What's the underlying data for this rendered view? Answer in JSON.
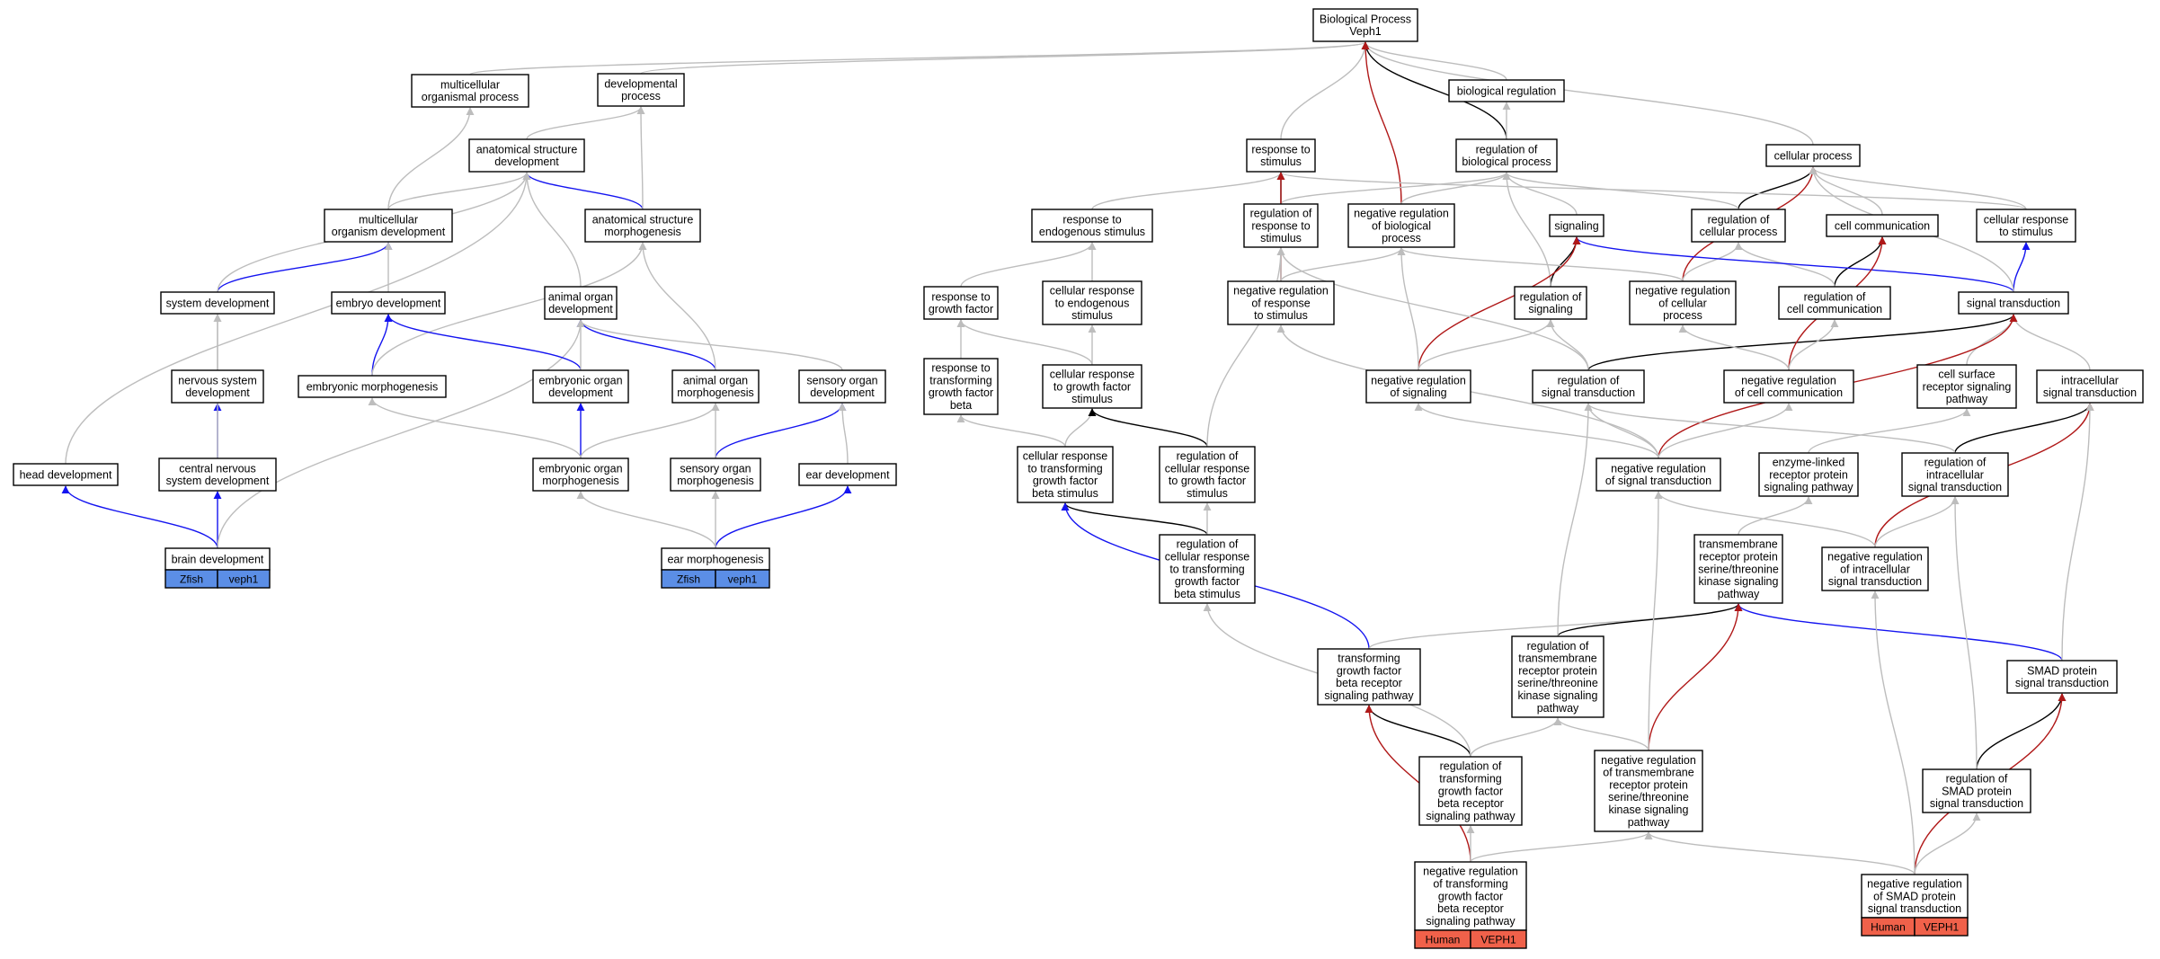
{
  "colors": {
    "is_a": "#bdbdbd",
    "part_of": "#000000",
    "positively_regulates": "#1414f0",
    "negatively_regulates": "#b01818",
    "zfish_tag": "#5b8ee6",
    "human_tag": "#f0614a"
  },
  "nodes": {
    "bp": "Biological Process\nVeph1",
    "multicellular_organismal_process": "multicellular\norganismal process",
    "developmental_process": "developmental\nprocess",
    "biological_regulation": "biological regulation",
    "anatomical_structure_development": "anatomical structure\ndevelopment",
    "response_to_stimulus": "response to\nstimulus",
    "regulation_of_biological_process": "regulation of\nbiological process",
    "cellular_process": "cellular process",
    "multicellular_organism_development": "multicellular\norganism development",
    "anatomical_structure_morphogenesis": "anatomical structure\nmorphogenesis",
    "response_to_endogenous_stimulus": "response to\nendogenous stimulus",
    "regulation_of_response_to_stimulus": "regulation of\nresponse to\nstimulus",
    "negative_regulation_of_biological_process": "negative regulation\nof biological\nprocess",
    "signaling": "signaling",
    "regulation_of_cellular_process": "regulation of\ncellular process",
    "cell_communication": "cell communication",
    "cellular_response_to_stimulus": "cellular response\nto stimulus",
    "system_development": "system development",
    "embryo_development": "embryo development",
    "animal_organ_development": "animal organ\ndevelopment",
    "response_to_growth_factor": "response to\ngrowth factor",
    "cellular_response_to_endogenous_stimulus": "cellular response\nto endogenous\nstimulus",
    "negative_regulation_of_response_to_stimulus": "negative regulation\nof response\nto stimulus",
    "regulation_of_signaling": "regulation of\nsignaling",
    "negative_regulation_of_cellular_process": "negative regulation\nof cellular\nprocess",
    "regulation_of_cell_communication": "regulation of\ncell communication",
    "signal_transduction": "signal transduction",
    "nervous_system_development": "nervous system\ndevelopment",
    "embryonic_morphogenesis": "embryonic morphogenesis",
    "embryonic_organ_development": "embryonic organ\ndevelopment",
    "animal_organ_morphogenesis": "animal organ\nmorphogenesis",
    "sensory_organ_development": "sensory organ\ndevelopment",
    "response_to_tgfb": "response to\ntransforming\ngrowth factor\nbeta",
    "cellular_response_to_growth_factor_stimulus": "cellular response\nto growth factor\nstimulus",
    "negative_regulation_of_signaling": "negative regulation\nof signaling",
    "regulation_of_signal_transduction": "regulation of\nsignal transduction",
    "negative_regulation_of_cell_communication": "negative regulation\nof cell communication",
    "cell_surface_receptor_signaling_pathway": "cell surface\nreceptor signaling\npathway",
    "intracellular_signal_transduction": "intracellular\nsignal transduction",
    "head_development": "head development",
    "central_nervous_system_development": "central nervous\nsystem development",
    "embryonic_organ_morphogenesis": "embryonic organ\nmorphogenesis",
    "sensory_organ_morphogenesis": "sensory organ\nmorphogenesis",
    "ear_development": "ear development",
    "cellular_response_to_tgfb_stimulus": "cellular response\nto transforming\ngrowth factor\nbeta stimulus",
    "regulation_of_cellular_response_to_growth_factor_stimulus": "regulation of\ncellular response\nto growth factor\nstimulus",
    "negative_regulation_of_signal_transduction": "negative regulation\nof signal transduction",
    "enzyme_linked_receptor_protein_signaling_pathway": "enzyme-linked\nreceptor protein\nsignaling pathway",
    "regulation_of_intracellular_signal_transduction": "regulation of\nintracellular\nsignal transduction",
    "brain_development": "brain development",
    "ear_morphogenesis": "ear morphogenesis",
    "regulation_of_cellular_response_to_tgfb_stimulus": "regulation of\ncellular response\nto transforming\ngrowth factor\nbeta stimulus",
    "transmembrane_receptor_protein_ser_thr_kinase_signaling_pathway": "transmembrane\nreceptor protein\nserine/threonine\nkinase signaling\npathway",
    "negative_regulation_of_intracellular_signal_transduction": "negative regulation\nof intracellular\nsignal transduction",
    "tgfb_receptor_signaling_pathway": "transforming\ngrowth factor\nbeta receptor\nsignaling pathway",
    "regulation_of_transmembrane_receptor_protein_ser_thr_kinase_signaling_pathway": "regulation of\ntransmembrane\nreceptor protein\nserine/threonine\nkinase signaling\npathway",
    "smad_protein_signal_transduction": "SMAD protein\nsignal transduction",
    "regulation_of_tgfb_receptor_signaling_pathway": "regulation of\ntransforming\ngrowth factor\nbeta receptor\nsignaling pathway",
    "negative_regulation_of_transmembrane_receptor_protein_ser_thr_kinase_signaling_pathway": "negative regulation\nof transmembrane\nreceptor protein\nserine/threonine\nkinase signaling\npathway",
    "regulation_of_smad_protein_signal_transduction": "regulation of\nSMAD protein\nsignal transduction",
    "negative_regulation_of_tgfb_receptor_signaling_pathway": "negative regulation\nof transforming\ngrowth factor\nbeta receptor\nsignaling pathway",
    "negative_regulation_of_smad_protein_signal_transduction": "negative regulation\nof SMAD protein\nsignal transduction"
  },
  "annotations": [
    {
      "node": "brain_development",
      "species": "Zfish",
      "gene": "veph1",
      "color_key": "zfish_tag"
    },
    {
      "node": "ear_morphogenesis",
      "species": "Zfish",
      "gene": "veph1",
      "color_key": "zfish_tag"
    },
    {
      "node": "negative_regulation_of_tgfb_receptor_signaling_pathway",
      "species": "Human",
      "gene": "VEPH1",
      "color_key": "human_tag"
    },
    {
      "node": "negative_regulation_of_smad_protein_signal_transduction",
      "species": "Human",
      "gene": "VEPH1",
      "color_key": "human_tag"
    }
  ],
  "edges": [
    [
      "multicellular_organismal_process",
      "bp",
      "is_a"
    ],
    [
      "developmental_process",
      "bp",
      "is_a"
    ],
    [
      "biological_regulation",
      "bp",
      "is_a"
    ],
    [
      "response_to_stimulus",
      "bp",
      "is_a"
    ],
    [
      "regulation_of_biological_process",
      "bp",
      "part_of"
    ],
    [
      "cellular_process",
      "bp",
      "is_a"
    ],
    [
      "negative_regulation_of_biological_process",
      "bp",
      "negatively_regulates"
    ],
    [
      "regulation_of_biological_process",
      "biological_regulation",
      "is_a"
    ],
    [
      "anatomical_structure_development",
      "developmental_process",
      "is_a"
    ],
    [
      "multicellular_organism_development",
      "multicellular_organismal_process",
      "is_a"
    ],
    [
      "multicellular_organism_development",
      "anatomical_structure_development",
      "is_a"
    ],
    [
      "anatomical_structure_morphogenesis",
      "anatomical_structure_development",
      "positively_regulates"
    ],
    [
      "anatomical_structure_morphogenesis",
      "developmental_process",
      "is_a"
    ],
    [
      "system_development",
      "multicellular_organism_development",
      "positively_regulates"
    ],
    [
      "system_development",
      "anatomical_structure_development",
      "is_a"
    ],
    [
      "embryo_development",
      "multicellular_organism_development",
      "is_a"
    ],
    [
      "animal_organ_development",
      "anatomical_structure_development",
      "is_a"
    ],
    [
      "nervous_system_development",
      "system_development",
      "is_a"
    ],
    [
      "central_nervous_system_development",
      "nervous_system_development",
      "positively_regulates"
    ],
    [
      "central_nervous_system_development",
      "system_development",
      "is_a"
    ],
    [
      "head_development",
      "anatomical_structure_development",
      "is_a"
    ],
    [
      "brain_development",
      "head_development",
      "positively_regulates"
    ],
    [
      "brain_development",
      "central_nervous_system_development",
      "positively_regulates"
    ],
    [
      "brain_development",
      "animal_organ_development",
      "is_a"
    ],
    [
      "embryonic_morphogenesis",
      "embryo_development",
      "positively_regulates"
    ],
    [
      "embryonic_morphogenesis",
      "anatomical_structure_morphogenesis",
      "is_a"
    ],
    [
      "embryonic_organ_development",
      "embryo_development",
      "positively_regulates"
    ],
    [
      "embryonic_organ_development",
      "animal_organ_development",
      "is_a"
    ],
    [
      "embryonic_organ_morphogenesis",
      "embryonic_organ_development",
      "positively_regulates"
    ],
    [
      "embryonic_organ_morphogenesis",
      "embryonic_morphogenesis",
      "is_a"
    ],
    [
      "embryonic_organ_morphogenesis",
      "animal_organ_morphogenesis",
      "is_a"
    ],
    [
      "animal_organ_morphogenesis",
      "animal_organ_development",
      "positively_regulates"
    ],
    [
      "animal_organ_morphogenesis",
      "anatomical_structure_morphogenesis",
      "is_a"
    ],
    [
      "sensory_organ_development",
      "animal_organ_development",
      "is_a"
    ],
    [
      "sensory_organ_morphogenesis",
      "sensory_organ_development",
      "positively_regulates"
    ],
    [
      "sensory_organ_morphogenesis",
      "animal_organ_morphogenesis",
      "is_a"
    ],
    [
      "ear_development",
      "sensory_organ_development",
      "is_a"
    ],
    [
      "ear_morphogenesis",
      "ear_development",
      "positively_regulates"
    ],
    [
      "ear_morphogenesis",
      "sensory_organ_morphogenesis",
      "is_a"
    ],
    [
      "ear_morphogenesis",
      "embryonic_organ_morphogenesis",
      "is_a"
    ],
    [
      "response_to_endogenous_stimulus",
      "response_to_stimulus",
      "is_a"
    ],
    [
      "regulation_of_response_to_stimulus",
      "response_to_stimulus",
      "part_of"
    ],
    [
      "regulation_of_response_to_stimulus",
      "regulation_of_biological_process",
      "is_a"
    ],
    [
      "negative_regulation_of_biological_process",
      "regulation_of_biological_process",
      "is_a"
    ],
    [
      "signaling",
      "regulation_of_biological_process",
      "is_a"
    ],
    [
      "regulation_of_cellular_process",
      "cellular_process",
      "part_of"
    ],
    [
      "regulation_of_cellular_process",
      "regulation_of_biological_process",
      "is_a"
    ],
    [
      "cell_communication",
      "cellular_process",
      "is_a"
    ],
    [
      "cellular_response_to_stimulus",
      "cellular_process",
      "is_a"
    ],
    [
      "cellular_response_to_stimulus",
      "response_to_stimulus",
      "is_a"
    ],
    [
      "response_to_growth_factor",
      "response_to_endogenous_stimulus",
      "is_a"
    ],
    [
      "cellular_response_to_endogenous_stimulus",
      "response_to_endogenous_stimulus",
      "is_a"
    ],
    [
      "negative_regulation_of_response_to_stimulus",
      "response_to_stimulus",
      "negatively_regulates"
    ],
    [
      "negative_regulation_of_response_to_stimulus",
      "regulation_of_response_to_stimulus",
      "is_a"
    ],
    [
      "negative_regulation_of_response_to_stimulus",
      "negative_regulation_of_biological_process",
      "is_a"
    ],
    [
      "regulation_of_signaling",
      "signaling",
      "part_of"
    ],
    [
      "regulation_of_signaling",
      "regulation_of_biological_process",
      "is_a"
    ],
    [
      "negative_regulation_of_cellular_process",
      "cellular_process",
      "negatively_regulates"
    ],
    [
      "negative_regulation_of_cellular_process",
      "regulation_of_cellular_process",
      "is_a"
    ],
    [
      "negative_regulation_of_cellular_process",
      "negative_regulation_of_biological_process",
      "is_a"
    ],
    [
      "regulation_of_cell_communication",
      "cell_communication",
      "part_of"
    ],
    [
      "regulation_of_cell_communication",
      "regulation_of_cellular_process",
      "is_a"
    ],
    [
      "signal_transduction",
      "signaling",
      "positively_regulates"
    ],
    [
      "signal_transduction",
      "cellular_response_to_stimulus",
      "positively_regulates"
    ],
    [
      "signal_transduction",
      "cellular_process",
      "is_a"
    ],
    [
      "response_to_tgfb",
      "response_to_growth_factor",
      "is_a"
    ],
    [
      "cellular_response_to_growth_factor_stimulus",
      "cellular_response_to_endogenous_stimulus",
      "is_a"
    ],
    [
      "cellular_response_to_growth_factor_stimulus",
      "response_to_growth_factor",
      "is_a"
    ],
    [
      "negative_regulation_of_signaling",
      "signaling",
      "negatively_regulates"
    ],
    [
      "negative_regulation_of_signaling",
      "regulation_of_signaling",
      "is_a"
    ],
    [
      "negative_regulation_of_signaling",
      "negative_regulation_of_biological_process",
      "is_a"
    ],
    [
      "regulation_of_signal_transduction",
      "signal_transduction",
      "part_of"
    ],
    [
      "regulation_of_signal_transduction",
      "regulation_of_signaling",
      "is_a"
    ],
    [
      "regulation_of_signal_transduction",
      "regulation_of_response_to_stimulus",
      "is_a"
    ],
    [
      "negative_regulation_of_cell_communication",
      "cell_communication",
      "negatively_regulates"
    ],
    [
      "negative_regulation_of_cell_communication",
      "regulation_of_cell_communication",
      "is_a"
    ],
    [
      "negative_regulation_of_cell_communication",
      "negative_regulation_of_cellular_process",
      "is_a"
    ],
    [
      "cell_surface_receptor_signaling_pathway",
      "signal_transduction",
      "is_a"
    ],
    [
      "intracellular_signal_transduction",
      "signal_transduction",
      "is_a"
    ],
    [
      "cellular_response_to_tgfb_stimulus",
      "response_to_tgfb",
      "is_a"
    ],
    [
      "cellular_response_to_tgfb_stimulus",
      "cellular_response_to_growth_factor_stimulus",
      "is_a"
    ],
    [
      "regulation_of_cellular_response_to_growth_factor_stimulus",
      "cellular_response_to_growth_factor_stimulus",
      "part_of"
    ],
    [
      "regulation_of_cellular_response_to_growth_factor_stimulus",
      "regulation_of_response_to_stimulus",
      "is_a"
    ],
    [
      "negative_regulation_of_signal_transduction",
      "signal_transduction",
      "negatively_regulates"
    ],
    [
      "negative_regulation_of_signal_transduction",
      "regulation_of_signal_transduction",
      "is_a"
    ],
    [
      "negative_regulation_of_signal_transduction",
      "negative_regulation_of_signaling",
      "is_a"
    ],
    [
      "negative_regulation_of_signal_transduction",
      "negative_regulation_of_response_to_stimulus",
      "is_a"
    ],
    [
      "negative_regulation_of_signal_transduction",
      "negative_regulation_of_cell_communication",
      "is_a"
    ],
    [
      "enzyme_linked_receptor_protein_signaling_pathway",
      "cell_surface_receptor_signaling_pathway",
      "is_a"
    ],
    [
      "regulation_of_intracellular_signal_transduction",
      "intracellular_signal_transduction",
      "part_of"
    ],
    [
      "regulation_of_intracellular_signal_transduction",
      "regulation_of_signal_transduction",
      "is_a"
    ],
    [
      "regulation_of_cellular_response_to_tgfb_stimulus",
      "cellular_response_to_tgfb_stimulus",
      "part_of"
    ],
    [
      "regulation_of_cellular_response_to_tgfb_stimulus",
      "regulation_of_cellular_response_to_growth_factor_stimulus",
      "is_a"
    ],
    [
      "transmembrane_receptor_protein_ser_thr_kinase_signaling_pathway",
      "enzyme_linked_receptor_protein_signaling_pathway",
      "is_a"
    ],
    [
      "negative_regulation_of_intracellular_signal_transduction",
      "intracellular_signal_transduction",
      "negatively_regulates"
    ],
    [
      "negative_regulation_of_intracellular_signal_transduction",
      "regulation_of_intracellular_signal_transduction",
      "is_a"
    ],
    [
      "negative_regulation_of_intracellular_signal_transduction",
      "negative_regulation_of_signal_transduction",
      "is_a"
    ],
    [
      "tgfb_receptor_signaling_pathway",
      "cellular_response_to_tgfb_stimulus",
      "positively_regulates"
    ],
    [
      "tgfb_receptor_signaling_pathway",
      "transmembrane_receptor_protein_ser_thr_kinase_signaling_pathway",
      "is_a"
    ],
    [
      "regulation_of_transmembrane_receptor_protein_ser_thr_kinase_signaling_pathway",
      "transmembrane_receptor_protein_ser_thr_kinase_signaling_pathway",
      "part_of"
    ],
    [
      "regulation_of_transmembrane_receptor_protein_ser_thr_kinase_signaling_pathway",
      "regulation_of_signal_transduction",
      "is_a"
    ],
    [
      "smad_protein_signal_transduction",
      "transmembrane_receptor_protein_ser_thr_kinase_signaling_pathway",
      "positively_regulates"
    ],
    [
      "smad_protein_signal_transduction",
      "intracellular_signal_transduction",
      "is_a"
    ],
    [
      "regulation_of_tgfb_receptor_signaling_pathway",
      "tgfb_receptor_signaling_pathway",
      "part_of"
    ],
    [
      "regulation_of_tgfb_receptor_signaling_pathway",
      "regulation_of_transmembrane_receptor_protein_ser_thr_kinase_signaling_pathway",
      "is_a"
    ],
    [
      "regulation_of_tgfb_receptor_signaling_pathway",
      "regulation_of_cellular_response_to_tgfb_stimulus",
      "is_a"
    ],
    [
      "negative_regulation_of_transmembrane_receptor_protein_ser_thr_kinase_signaling_pathway",
      "transmembrane_receptor_protein_ser_thr_kinase_signaling_pathway",
      "negatively_regulates"
    ],
    [
      "negative_regulation_of_transmembrane_receptor_protein_ser_thr_kinase_signaling_pathway",
      "regulation_of_transmembrane_receptor_protein_ser_thr_kinase_signaling_pathway",
      "is_a"
    ],
    [
      "negative_regulation_of_transmembrane_receptor_protein_ser_thr_kinase_signaling_pathway",
      "negative_regulation_of_signal_transduction",
      "is_a"
    ],
    [
      "regulation_of_smad_protein_signal_transduction",
      "smad_protein_signal_transduction",
      "part_of"
    ],
    [
      "regulation_of_smad_protein_signal_transduction",
      "regulation_of_intracellular_signal_transduction",
      "is_a"
    ],
    [
      "negative_regulation_of_tgfb_receptor_signaling_pathway",
      "tgfb_receptor_signaling_pathway",
      "negatively_regulates"
    ],
    [
      "negative_regulation_of_tgfb_receptor_signaling_pathway",
      "regulation_of_tgfb_receptor_signaling_pathway",
      "is_a"
    ],
    [
      "negative_regulation_of_tgfb_receptor_signaling_pathway",
      "negative_regulation_of_transmembrane_receptor_protein_ser_thr_kinase_signaling_pathway",
      "is_a"
    ],
    [
      "negative_regulation_of_smad_protein_signal_transduction",
      "smad_protein_signal_transduction",
      "negatively_regulates"
    ],
    [
      "negative_regulation_of_smad_protein_signal_transduction",
      "regulation_of_smad_protein_signal_transduction",
      "is_a"
    ],
    [
      "negative_regulation_of_smad_protein_signal_transduction",
      "negative_regulation_of_intracellular_signal_transduction",
      "is_a"
    ],
    [
      "negative_regulation_of_smad_protein_signal_transduction",
      "negative_regulation_of_transmembrane_receptor_protein_ser_thr_kinase_signaling_pathway",
      "is_a"
    ]
  ]
}
